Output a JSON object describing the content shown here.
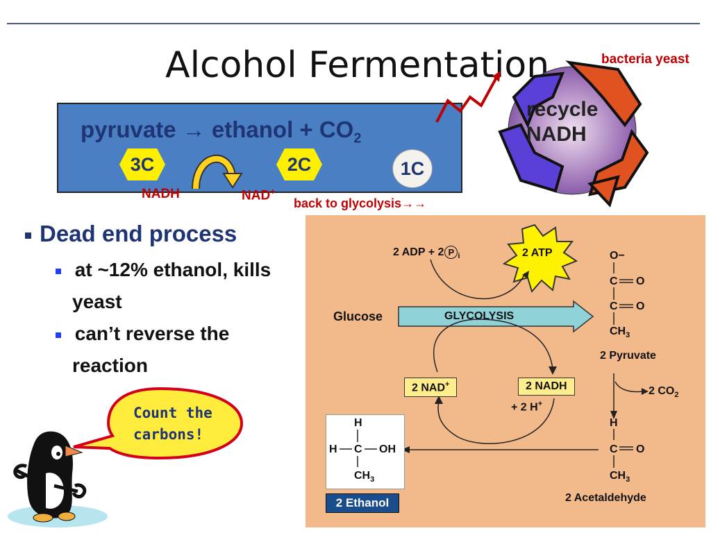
{
  "title": "Alcohol Fermentation",
  "box": {
    "equation_text": "pyruvate → ethanol + CO",
    "equation_sub": "2",
    "hex_left": "3C",
    "hex_right": "2C",
    "circle": "1C"
  },
  "labels": {
    "nadh": "NADH",
    "nad": "NAD",
    "nad_sup": "+",
    "back_to_glycolysis": "back to glycolysis→→"
  },
  "recycle": {
    "caption": "bacteria yeast",
    "line1": "recycle",
    "line2": "NADH"
  },
  "bullets": {
    "main": "Dead end process",
    "sub1_line1": "at ~12% ethanol, kills",
    "sub1_line2": "yeast",
    "sub2_line1": "can’t reverse the",
    "sub2_line2": "reaction"
  },
  "bubble": {
    "line1": "Count the",
    "line2": "carbons!"
  },
  "diagram": {
    "adp": "2 ADP + 2",
    "pi": "P",
    "pi_sub": "i",
    "atp": "2 ATP",
    "glucose": "Glucose",
    "glycolysis": "GLYCOLYSIS",
    "nad_plus": "2 NAD",
    "nad_plus_sup": "+",
    "nadh": "2 NADH",
    "h_plus": "+ 2 H",
    "h_plus_sup": "+",
    "pyruvate": "2 Pyruvate",
    "co2": "2 CO",
    "co2_sub": "2",
    "acetaldehyde": "2 Acetaldehyde",
    "ethanol": "2 Ethanol",
    "o_minus": "O−",
    "c": "C",
    "o": "O",
    "ch3": "CH",
    "ch3_sub": "3",
    "h": "H",
    "oh": "OH"
  },
  "colors": {
    "title_rule": "#4a5a7a",
    "box_blue": "#4b7fc4",
    "hex_yellow": "#ffef00",
    "text_navy": "#1f3472",
    "accent_red": "#c00000",
    "panel_tan": "#f2b98b",
    "glycolysis_arrow": "#8fd3d8",
    "atp_burst": "#fff200",
    "ethanol_label_bg": "#1a4d8c"
  }
}
